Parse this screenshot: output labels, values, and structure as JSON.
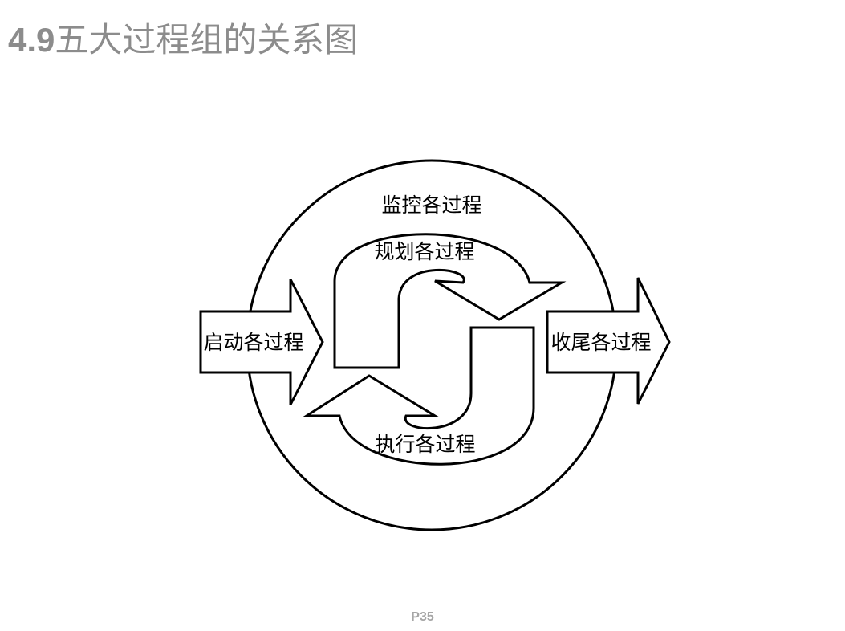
{
  "title": {
    "number": "4.9",
    "text": "五大过程组的关系图"
  },
  "diagram": {
    "monitor_label": "监控各过程",
    "plan_label": "规划各过程",
    "initiate_label": "启动各过程",
    "execute_label": "执行各过程",
    "close_label": "收尾各过程"
  },
  "footer": {
    "page": "P35"
  }
}
